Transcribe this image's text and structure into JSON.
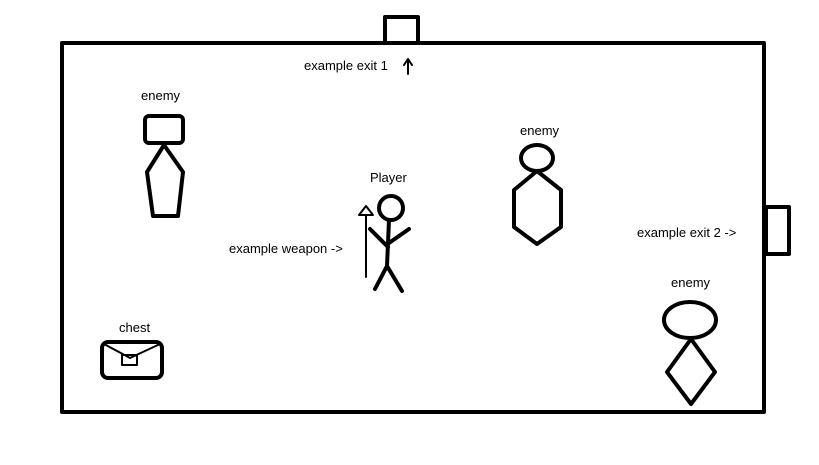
{
  "labels": {
    "exit1": "example exit 1",
    "exit2": "example exit 2 ->",
    "player": "Player",
    "weapon": "example weapon ->",
    "chest": "chest",
    "enemy_left": "enemy",
    "enemy_middle": "enemy",
    "enemy_right": "enemy"
  },
  "icons": {
    "exit1_arrow": "up-arrow-icon",
    "weapon": "spear-icon",
    "chest": "chest-icon"
  },
  "colors": {
    "line": "#000000",
    "background": "#ffffff"
  }
}
